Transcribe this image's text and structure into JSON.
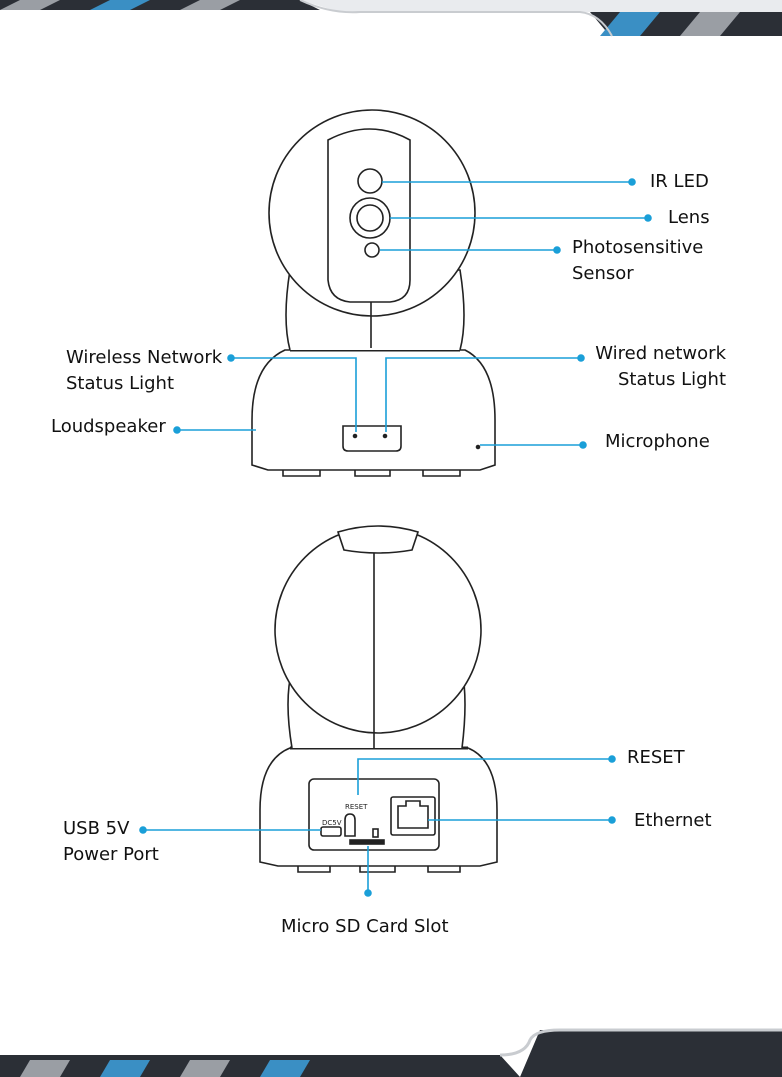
{
  "labels": {
    "ir_led": "IR LED",
    "lens": "Lens",
    "photosensitive_line1": "Photosensitive",
    "photosensitive_line2": "Sensor",
    "wireless_line1": "Wireless Network",
    "wireless_line2": "Status Light",
    "wired_line1": "Wired network",
    "wired_line2": "Status Light",
    "loudspeaker": "Loudspeaker",
    "microphone": "Microphone",
    "reset": "RESET",
    "ethernet": "Ethernet",
    "usb_line1": "USB 5V",
    "usb_line2": "Power Port",
    "microsd": "Micro SD Card Slot"
  },
  "panel_text": {
    "reset_small": "RESET",
    "dc5v": "DC5V"
  },
  "colors": {
    "accent": "#1a9fd8",
    "outline": "#222222",
    "banner_dark": "#2b2f36",
    "banner_gray": "#9a9ea4",
    "banner_blue": "#3a8fc4"
  }
}
